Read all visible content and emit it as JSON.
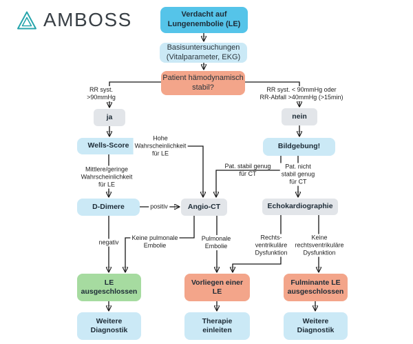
{
  "brand": {
    "name": "AMBOSS"
  },
  "palette": {
    "highlight_blue": "#55c4e9",
    "pale_blue": "#cbe9f6",
    "salmon": "#f3a58a",
    "gray": "#e2e5e9",
    "green": "#a6dba0",
    "line_color": "#141414",
    "logo_teal": "#27a5ac"
  },
  "nodes": {
    "verdacht": {
      "label": "Verdacht auf\nLungenembolie (LE)",
      "color": "#55c4e9"
    },
    "basis": {
      "label": "Basisuntersuchungen\n(Vitalparameter, EKG)",
      "color": "#cbe9f6"
    },
    "stabil": {
      "label": "Patient hämodynamisch\nstabil?",
      "color": "#f3a58a"
    },
    "ja": {
      "label": "ja",
      "color": "#e2e5e9"
    },
    "nein": {
      "label": "nein",
      "color": "#e2e5e9"
    },
    "wells": {
      "label": "Wells-Score",
      "color": "#cbe9f6"
    },
    "bildgebung": {
      "label": "Bildgebung!",
      "color": "#cbe9f6"
    },
    "ddimere": {
      "label": "D-Dimere",
      "color": "#cbe9f6"
    },
    "angioct": {
      "label": "Angio-CT",
      "color": "#e2e5e9"
    },
    "echo": {
      "label": "Echokardiographie",
      "color": "#e2e5e9"
    },
    "le_ausgeschlossen": {
      "label": "LE\nausgeschlossen",
      "color": "#a6dba0"
    },
    "vorliegen_le": {
      "label": "Vorliegen einer\nLE",
      "color": "#f3a58a"
    },
    "fulminante_le": {
      "label": "Fulminante LE\nausgeschlossen",
      "color": "#f3a58a"
    },
    "weitere_diagnostik_links": {
      "label": "Weitere\nDiagnostik",
      "color": "#cbe9f6"
    },
    "therapie": {
      "label": "Therapie\neinleiten",
      "color": "#cbe9f6"
    },
    "weitere_diagnostik_rechts": {
      "label": "Weitere\nDiagnostik",
      "color": "#cbe9f6"
    }
  },
  "edges": {
    "rr_over90": "RR syst.\n>90mmHg",
    "rr_under90": "RR syst. < 90mmHg oder\nRR-Abfall >40mmHg (>15min)",
    "hohe_wkeit": "Hohe\nWahrscheinlichkeit\nfür LE",
    "mittlere_wkeit": "Mittlere/geringe\nWahrscheinlichkeit\nfür LE",
    "positiv": "positiv",
    "negativ": "negativ",
    "keine_pulmonale_embolie": "Keine pulmonale\nEmbolie",
    "pulmonale_embolie": "Pulmonale\nEmbolie",
    "pat_stabil": "Pat. stabil genug\nfür CT",
    "pat_nicht_stabil": "Pat. nicht\nstabil genug\nfür CT",
    "rv_dysfunktion": "Rechts-\nventrikuläre\nDysfunktion",
    "keine_rv_dysfunktion": "Keine\nrechtsventrikuläre\nDysfunktion"
  }
}
